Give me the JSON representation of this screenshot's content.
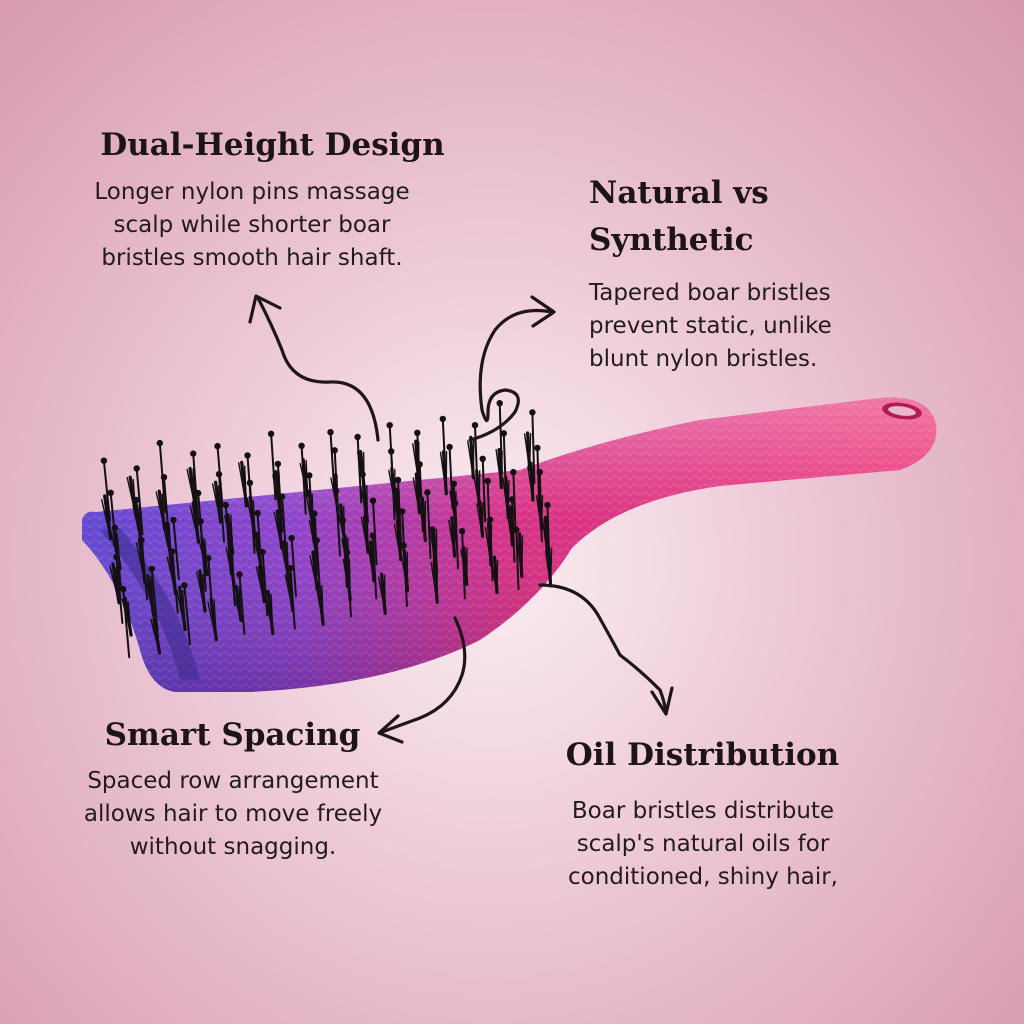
{
  "features": {
    "dual_height": {
      "title": "Dual-Height Design",
      "description": "Longer nylon pins massage scalp while shorter boar bristles smooth hair shaft."
    },
    "natural_synthetic": {
      "title": "Natural vs Synthetic",
      "description": "Tapered boar bristles prevent static, unlike blunt nylon bristles."
    },
    "smart_spacing": {
      "title": "Smart Spacing",
      "description": "Spaced row arrangement allows hair to move freely without snagging."
    },
    "oil_distribution": {
      "title": "Oil Distribution",
      "description": "Boar bristles distribute scalp's natural oils for conditioned, shiny hair,"
    }
  },
  "colors": {
    "background_center": "#fbeef3",
    "background_edge": "#d697ae",
    "brush_purple": "#6a3ec8",
    "brush_pink": "#e0277a",
    "bristle": "#141013",
    "arrow": "#1e1619"
  },
  "icons": {
    "brush": "paddle-hair-brush",
    "arrow": "hand-drawn-curly-arrow"
  }
}
